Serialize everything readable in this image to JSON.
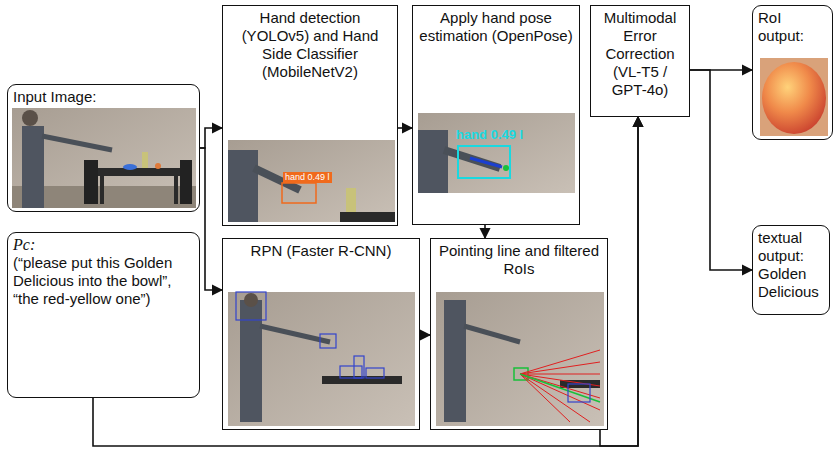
{
  "diagram": {
    "nodes": [
      {
        "text": [
          "Input Image:"
        ]
      },
      {
        "text": [
          "Pc:",
          "(“please put this Golden Delicious into the bowl”, “the red-yellow one”)"
        ]
      },
      {
        "text": [
          "Hand detection (YOLOv5) and Hand Side Classifier (MobileNetV2)"
        ]
      },
      {
        "text": [
          "Apply hand pose estimation (OpenPose)"
        ]
      },
      {
        "text": [
          "RPN (Faster R-CNN)"
        ]
      },
      {
        "text": [
          "Pointing line and filtered RoIs"
        ]
      },
      {
        "text": [
          "Multimodal Error Correction (VL-T5 / GPT-4o)"
        ]
      },
      {
        "text": [
          "RoI output:"
        ]
      },
      {
        "text": [
          "textual output:",
          "Golden Delicious"
        ]
      }
    ],
    "edges": [
      {
        "from": 0,
        "to": 2,
        "arrow": "to"
      },
      {
        "from": 0,
        "to": 4,
        "arrow": "to"
      },
      {
        "from": 2,
        "to": 3,
        "arrow": "to"
      },
      {
        "from": 3,
        "to": 5,
        "arrow": "to"
      },
      {
        "from": 4,
        "to": 5,
        "arrow": "to"
      },
      {
        "from": 5,
        "to": 6,
        "arrow": "to"
      },
      {
        "from": 1,
        "to": 6,
        "arrow": "to"
      },
      {
        "from": 6,
        "to": 7,
        "arrow": "to"
      },
      {
        "from": 6,
        "to": 8,
        "arrow": "to"
      }
    ],
    "labels": [
      "hand 0.49 l",
      "hand 0.49 l"
    ]
  }
}
